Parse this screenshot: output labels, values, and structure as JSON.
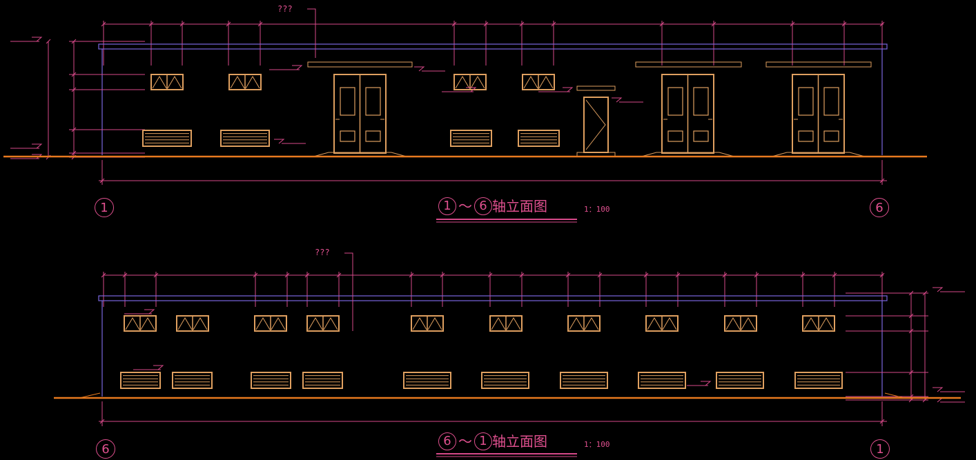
{
  "drawing": {
    "background": "#000000",
    "colors": {
      "dimension": "#d84a8a",
      "wall": "#7a66e0",
      "opening": "#e0a060",
      "ground": "#e87a1e"
    }
  },
  "elevation_top": {
    "annotation": "???",
    "title_start": "1",
    "title_sep": "～",
    "title_end": "6",
    "title_text": "轴立面图",
    "scale": "1：100",
    "axis_left": "1",
    "axis_right": "6"
  },
  "elevation_bottom": {
    "annotation": "???",
    "title_start": "6",
    "title_sep": "～",
    "title_end": "1",
    "title_text": "轴立面图",
    "scale": "1：100",
    "axis_left": "6",
    "axis_right": "1"
  }
}
